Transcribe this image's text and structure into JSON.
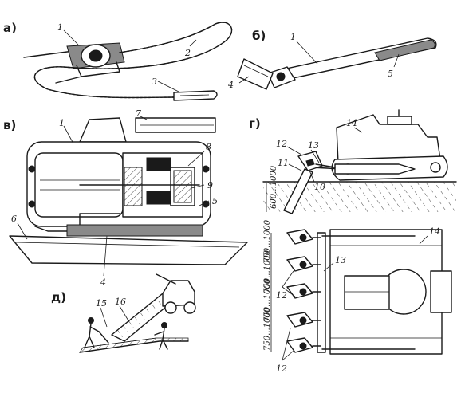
{
  "panels": {
    "a": {
      "label": "а)",
      "callouts": [
        "1",
        "2",
        "3"
      ]
    },
    "b": {
      "label": "б)",
      "callouts": [
        "1",
        "4",
        "5"
      ]
    },
    "v": {
      "label": "в)",
      "callouts": [
        "1",
        "7",
        "8",
        "9",
        "5",
        "6",
        "4"
      ]
    },
    "g": {
      "label": "г)",
      "callouts_side": [
        "14",
        "12",
        "13",
        "11",
        "10"
      ],
      "callouts_plan": [
        "14",
        "13",
        "12",
        "12"
      ],
      "dimensions": [
        "600...1000",
        "750...1000",
        "750...1000",
        "750...1000",
        "750...1000"
      ]
    },
    "d": {
      "label": "д)",
      "callouts": [
        "15",
        "16"
      ]
    }
  },
  "colors": {
    "ink": "#1a1a1a",
    "paper": "#ffffff",
    "shade": "#8a8a8a"
  }
}
